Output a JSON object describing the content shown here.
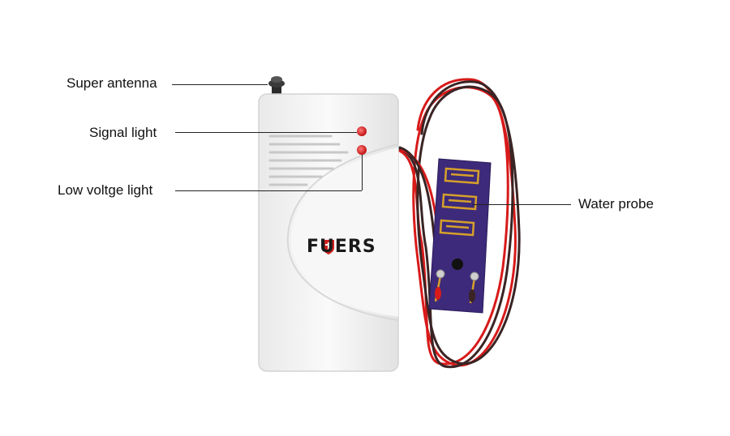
{
  "callouts": {
    "antenna": "Super antenna",
    "signal": "Signal light",
    "low_voltage": "Low voltge light",
    "probe": "Water probe"
  },
  "brand": {
    "text": "FUERS",
    "color": "#1a1a1a",
    "accent": "#d01f1f"
  },
  "colors": {
    "case": "#f4f4f4",
    "led": "#e02222",
    "wire_red": "#d81a1a",
    "wire_black": "#3a2424",
    "pcb": "#3d2a7a",
    "gold": "#d6a02a"
  }
}
